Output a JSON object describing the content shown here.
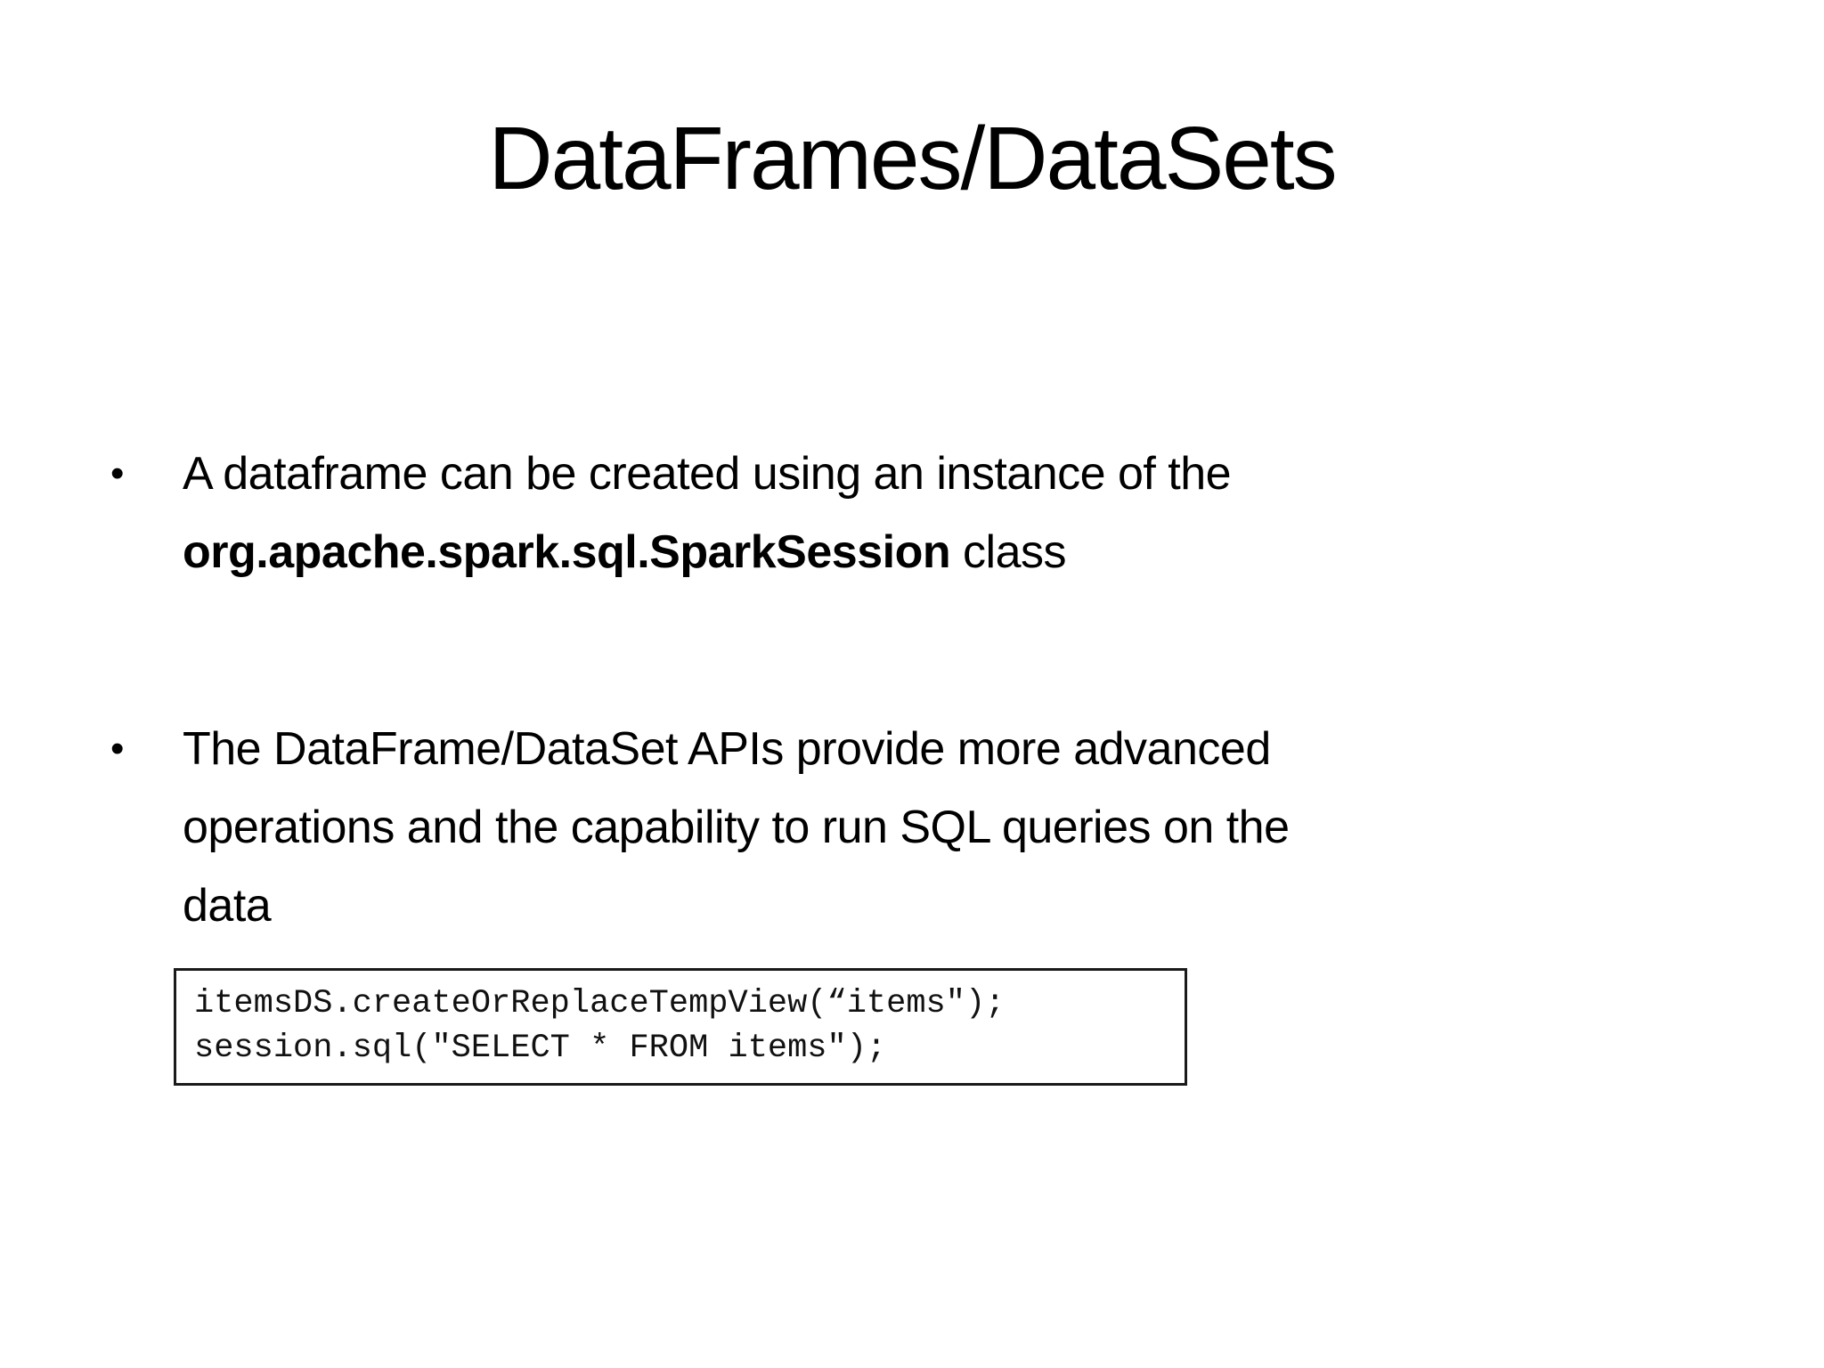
{
  "slide": {
    "title": "DataFrames/DataSets",
    "bullet_char": "•",
    "bullets": {
      "b1": {
        "line1": "A dataframe can be created using an instance of the",
        "line2_bold": "org.apache.spark.sql.SparkSession",
        "line2_rest": " class"
      },
      "b2": {
        "line1": "The DataFrame/DataSet APIs provide more advanced",
        "line2": "operations and the capability to run SQL queries on the",
        "line3": "data"
      }
    },
    "code_box": {
      "lines": [
        "itemsDS.createOrReplaceTempView(“items\");",
        "session.sql(\"SELECT * FROM items\");"
      ]
    }
  }
}
